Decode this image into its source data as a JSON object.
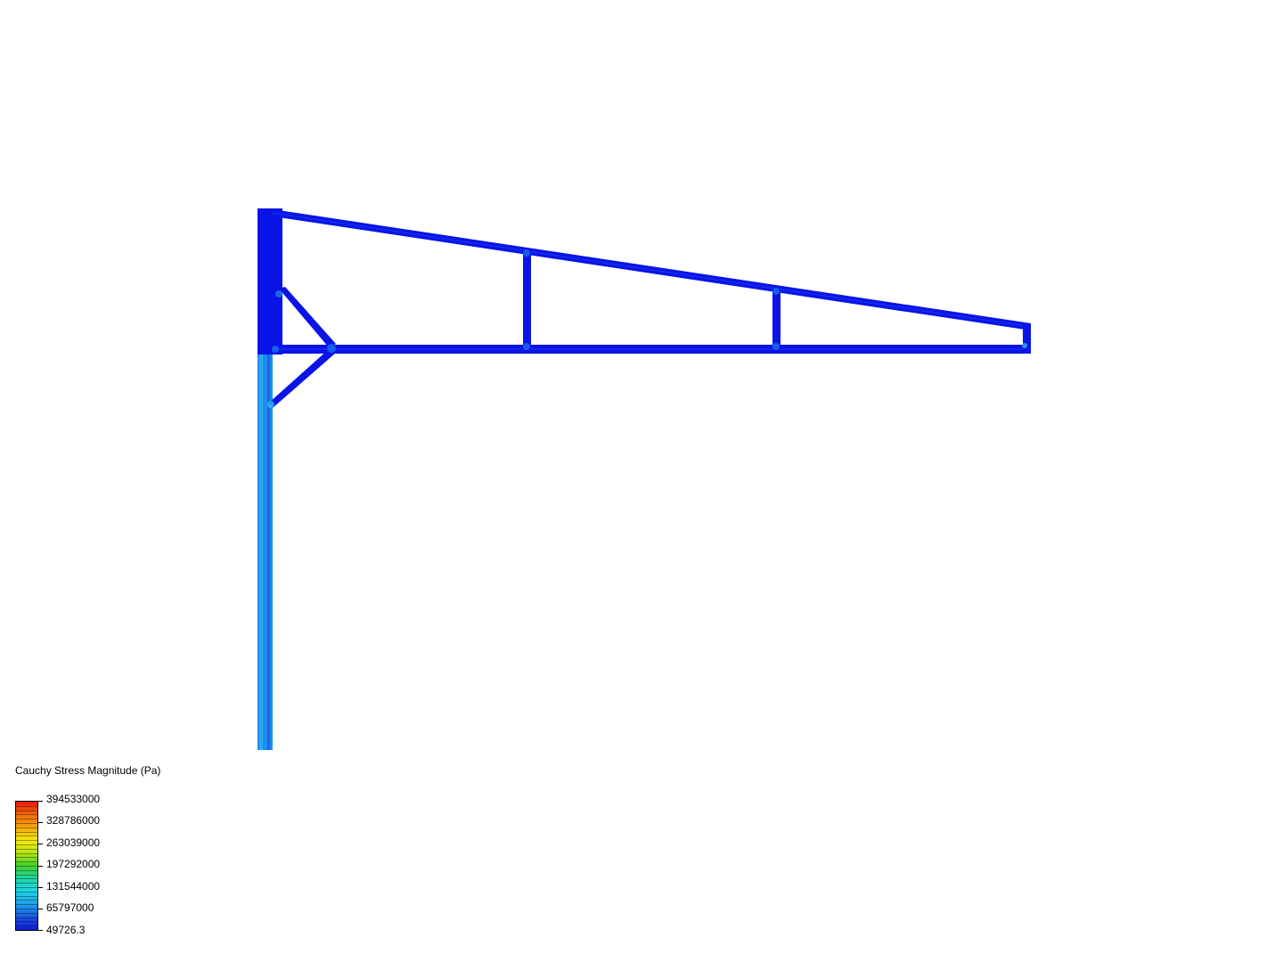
{
  "viewer": {
    "background": "#ffffff"
  },
  "model": {
    "primary_color": "#0a14e6",
    "secondary_color": "#1e8cf0",
    "highlight_color": "#2fd0e8"
  },
  "legend": {
    "title": "Cauchy Stress Magnitude (Pa)",
    "labels": [
      "394533000",
      "328786000",
      "263039000",
      "197292000",
      "131544000",
      "65797000",
      "49726.3"
    ],
    "colormap": [
      "#e8180f",
      "#f06a0a",
      "#f5a50a",
      "#f4e80e",
      "#b8e40f",
      "#3fd12a",
      "#1fd6a6",
      "#20d2e6",
      "#1ea0e8",
      "#1a56e0",
      "#1018d8"
    ]
  }
}
